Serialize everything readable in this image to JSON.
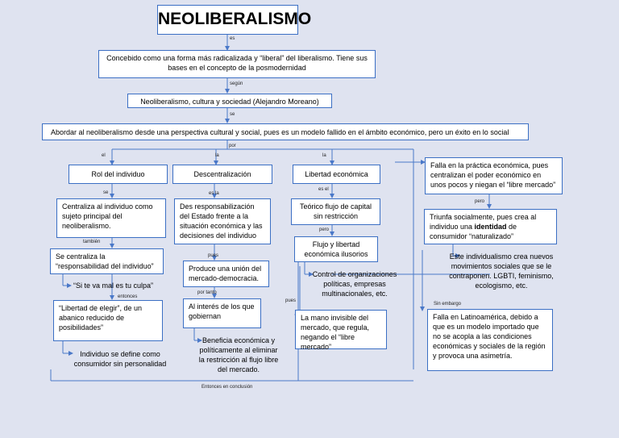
{
  "title": "NEOLIBERALISMO",
  "connectors": {
    "es": "es",
    "segun": "según",
    "se": "se",
    "por": "por",
    "el": "el",
    "la1": "la",
    "la2": "la",
    "se2": "se",
    "es_la": "es la",
    "es_el": "es el",
    "tambien": "también",
    "pues1": "pues",
    "pero1": "pero",
    "entonces": "entonces",
    "por_tanto": "por tanto",
    "pues2": "pues",
    "pero2": "pero",
    "sin_embargo": "Sin embargo",
    "conclusion": "Entonces en conclusión"
  },
  "nodes": {
    "concebido": "Concebido como una forma más radicalizada y “liberal” del liberalismo. Tiene sus bases en el concepto de la posmodernidad",
    "libro": "Neoliberalismo, cultura y sociedad (Alejandro Moreano)",
    "abordar": "Abordar al neoliberalismo desde una perspectiva cultural y social, pues es un modelo fallido en el ámbito económico, pero un éxito en lo social",
    "rol": "Rol del individuo",
    "descentralizacion": "Descentralización",
    "libertad": "Libertad económica",
    "centraliza": "Centraliza al individuo como sujeto principal del neoliberalismo.",
    "responsabilidad": "Se centraliza la “responsabilidad del individuo”",
    "si_te_va": "“Si te va mal es tu culpa”",
    "elegir": "“Libertad de elegir”, de un abanico reducido de posibilidades”",
    "consumidor": "Individuo se define como consumidor sin personalidad",
    "des_resp": "Des responsabilización del Estado frente a la situación económica y las decisiones del individuo",
    "union": "Produce una unión del mercado-democracia.",
    "interes": "Al interés de los que gobiernan",
    "beneficia": "Beneficia económica y políticamente al eliminar la restricción al flujo libre del mercado.",
    "teorico": "Teórico flujo de capital sin restricción",
    "flujo": "Flujo y libertad económica ilusorios",
    "control": "Control de organizaciones políticas, empresas multinacionales, etc.",
    "mano": "La mano invisible del mercado, que regula, negando el “libre mercado”",
    "falla_practica": "Falla en la práctica económica, pues centralizan el poder económico en unos pocos y niegan el “libre mercado”",
    "triunfa_a": "Triunfa socialmente, pues crea al individuo una ",
    "triunfa_b": "identidad",
    "triunfa_c": " de consumidor “naturalizado”",
    "individualismo": "Este individualismo crea nuevos movimientos sociales que se le contraponen. LGBTI, feminismo, ecologismo, etc.",
    "falla_latam": "Falla en Latinoamérica, debido a que es un modelo importado que no se acopla a las condiciones económicas y sociales de la región y provoca una asimetría."
  },
  "colors": {
    "background": "#dfe3f0",
    "border": "#3b6fc4",
    "line": "#4a78c8"
  }
}
